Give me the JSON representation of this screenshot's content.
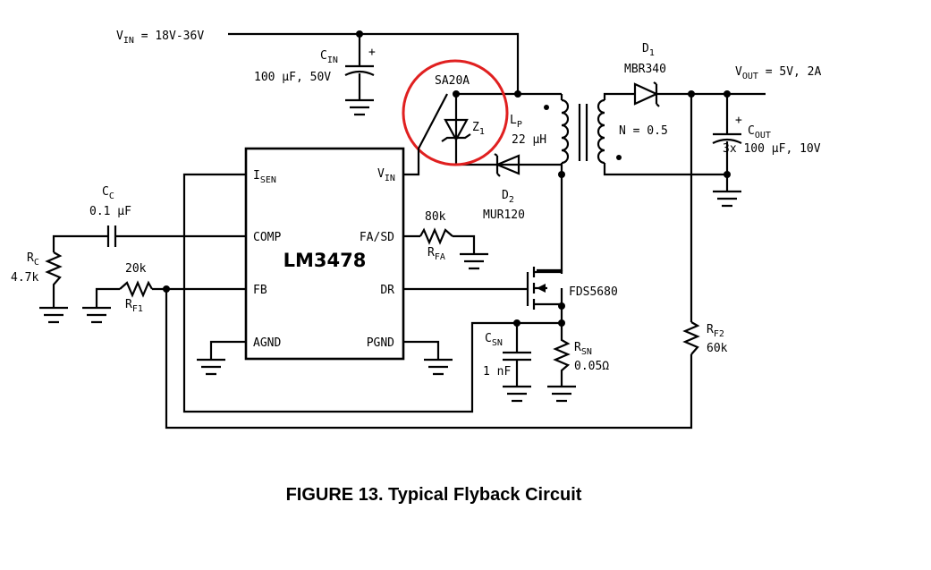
{
  "caption": "FIGURE 13. Typical Flyback Circuit",
  "highlight_color": "#e02020",
  "ic": {
    "name": "LM3478",
    "pins": {
      "isen_main": "I",
      "isen_sub": "SEN",
      "vin_main": "V",
      "vin_sub": "IN",
      "comp": "COMP",
      "fasd": "FA/SD",
      "fb": "FB",
      "dr": "DR",
      "agnd": "AGND",
      "pgnd": "PGND"
    }
  },
  "labels": {
    "vin_main": "V",
    "vin_sub": "IN",
    "vin_value": " = 18V-36V",
    "cin_main": "C",
    "cin_sub": "IN",
    "cin_value": "100 μF, 50V",
    "zener_part": "SA20A",
    "z1_main": "Z",
    "z1_sub": "1",
    "lp_main": "L",
    "lp_sub": "P",
    "lp_value": "22 μH",
    "d1_main": "D",
    "d1_sub": "1",
    "d1_part": "MBR340",
    "d2_main": "D",
    "d2_sub": "2",
    "d2_part": "MUR120",
    "turns": "N = 0.5",
    "vout_main": "V",
    "vout_sub": "OUT",
    "vout_value": " = 5V, 2A",
    "cout_main": "C",
    "cout_sub": "OUT",
    "cout_value": "3x 100 μF, 10V",
    "cc_main": "C",
    "cc_sub": "C",
    "cc_value": "0.1 μF",
    "rc_main": "R",
    "rc_sub": "C",
    "rc_value": "4.7k",
    "rf1_value": "20k",
    "rf1_main": "R",
    "rf1_sub": "F1",
    "rfa_value": "80k",
    "rfa_main": "R",
    "rfa_sub": "FA",
    "mosfet_part": "FDS5680",
    "csn_main": "C",
    "csn_sub": "SN",
    "csn_value": "1 nF",
    "rsn_main": "R",
    "rsn_sub": "SN",
    "rsn_value": "0.05Ω",
    "rf2_main": "R",
    "rf2_sub": "F2",
    "rf2_value": "60k"
  }
}
